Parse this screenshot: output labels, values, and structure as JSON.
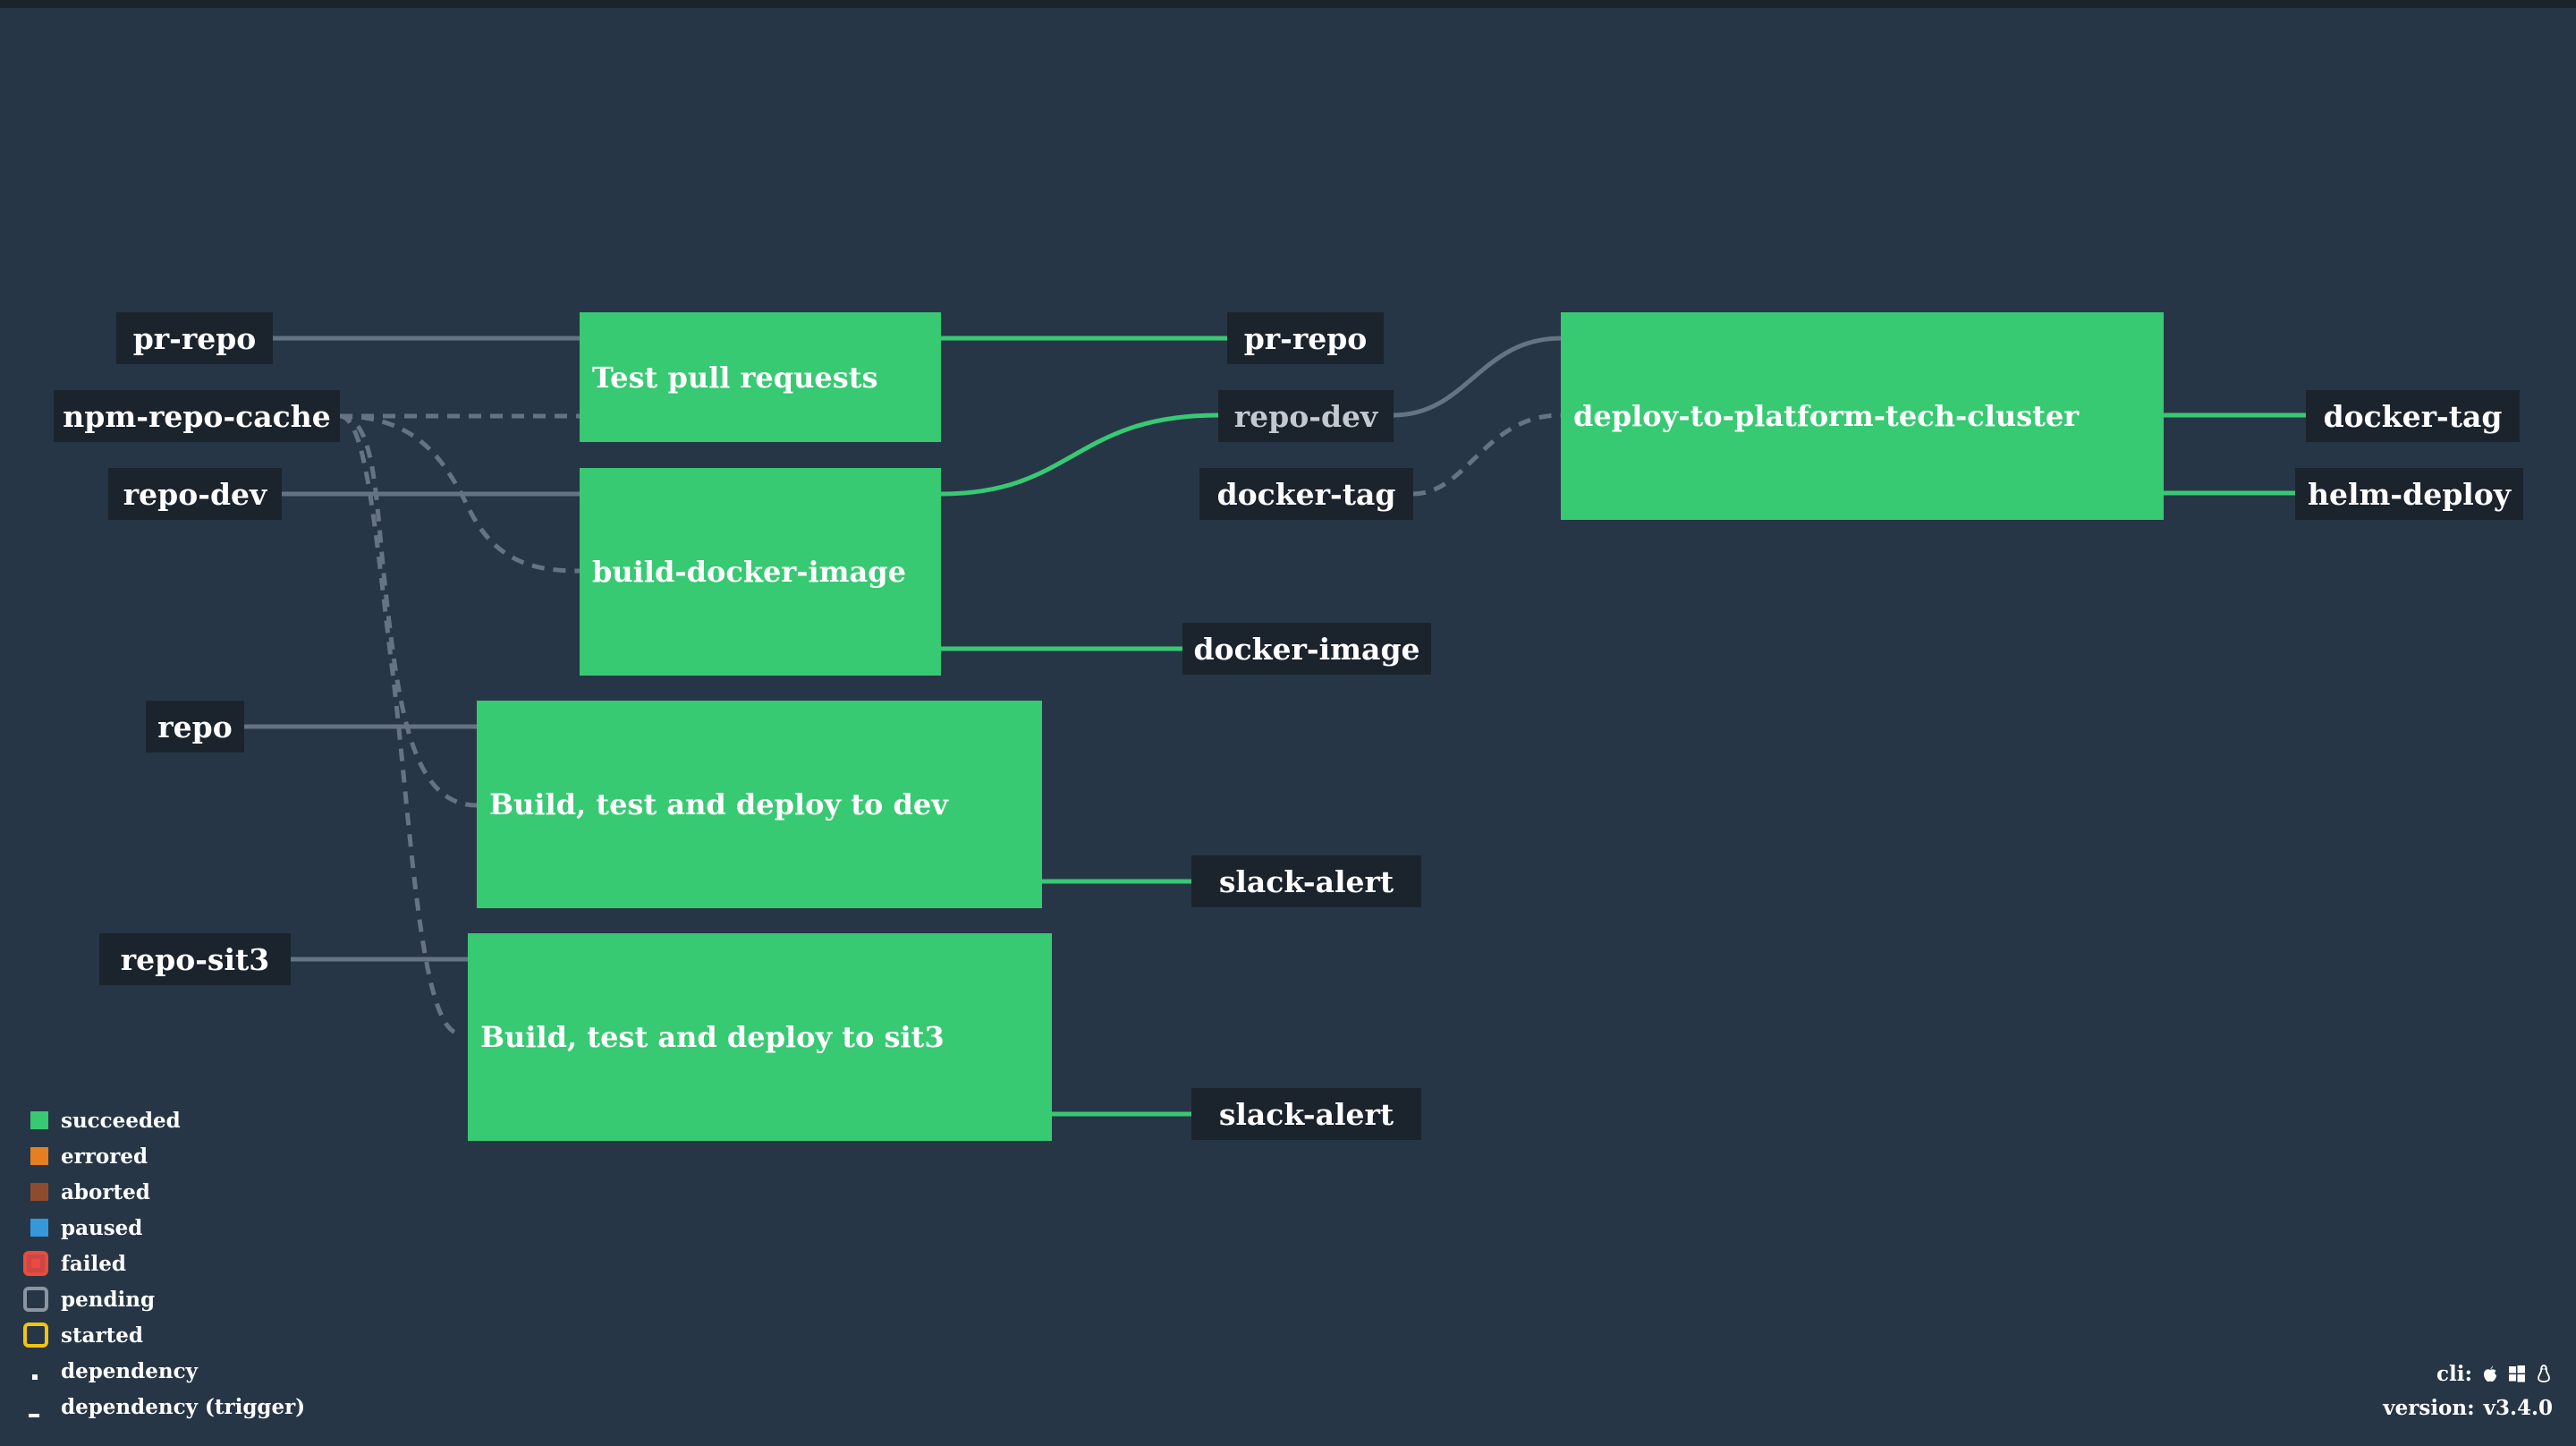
{
  "pipeline": {
    "resources": {
      "pr_repo_in": "pr-repo",
      "npm_repo_cache": "npm-repo-cache",
      "repo_dev_in": "repo-dev",
      "repo": "repo",
      "repo_sit3": "repo-sit3",
      "pr_repo_out": "pr-repo",
      "repo_dev_mid": "repo-dev",
      "docker_tag_mid": "docker-tag",
      "docker_image": "docker-image",
      "slack_alert_dev": "slack-alert",
      "slack_alert_sit3": "slack-alert",
      "docker_tag_out": "docker-tag",
      "helm_deploy": "helm-deploy"
    },
    "jobs": {
      "test_pr": {
        "label": "Test pull requests",
        "status": "succeeded"
      },
      "build_docker": {
        "label": "build-docker-image",
        "status": "succeeded"
      },
      "build_dev": {
        "label": "Build, test and deploy to dev",
        "status": "succeeded"
      },
      "build_sit3": {
        "label": "Build, test and deploy to sit3",
        "status": "succeeded"
      },
      "deploy_cluster": {
        "label": "deploy-to-platform-tech-cluster",
        "status": "succeeded"
      }
    }
  },
  "legend": [
    {
      "label": "succeeded",
      "color": "#38c973"
    },
    {
      "label": "errored",
      "color": "#e67e22"
    },
    {
      "label": "aborted",
      "color": "#8f4b2d"
    },
    {
      "label": "paused",
      "color": "#3498db"
    },
    {
      "label": "failed",
      "color": "#e74c3c"
    },
    {
      "label": "pending",
      "color": "#8a95a1"
    },
    {
      "label": "started",
      "color": "#f1c40f"
    },
    {
      "label": "dependency"
    },
    {
      "label": "dependency (trigger)"
    }
  ],
  "footer": {
    "cli_label": "cli:",
    "cli_icons": [
      "apple-icon",
      "windows-icon",
      "linux-icon"
    ],
    "version_label": "version:",
    "version": "v3.4.0"
  }
}
